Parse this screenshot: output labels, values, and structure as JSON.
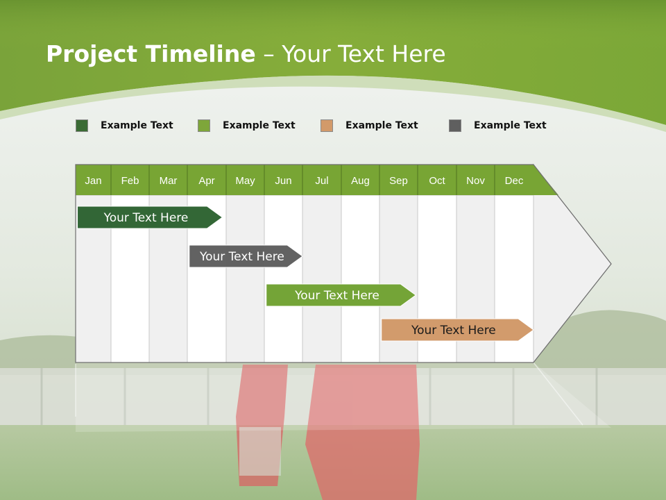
{
  "title": {
    "main": "Project Timeline",
    "sub": "– Your Text Here"
  },
  "legend": [
    {
      "label": "Example Text",
      "color": "#3a6b34"
    },
    {
      "label": "Example Text",
      "color": "#7ea63a"
    },
    {
      "label": "Example Text",
      "color": "#d29a6a"
    },
    {
      "label": "Example Text",
      "color": "#5f5f5f"
    }
  ],
  "months": [
    "Jan",
    "Feb",
    "Mar",
    "Apr",
    "May",
    "Jun",
    "Jul",
    "Aug",
    "Sep",
    "Oct",
    "Nov",
    "Dec"
  ],
  "tasks": [
    {
      "label": "Your  Text Here",
      "start_month": 1.05,
      "end_month": 4.9,
      "color": "#2f6433"
    },
    {
      "label": "Your  Text Here",
      "start_month": 4.05,
      "end_month": 7.0,
      "color": "#5f5f5f"
    },
    {
      "label": "Your  Text Here",
      "start_month": 6.05,
      "end_month": 9.95,
      "color": "#72a334"
    },
    {
      "label": "Your  Text Here",
      "start_month": 9.05,
      "end_month": 13.0,
      "color": "#d29a6a"
    }
  ],
  "colors": {
    "header_green": "#78a534",
    "band_green": "#6e9a2e",
    "col_light": "#f0f0f0",
    "col_white": "#ffffff"
  }
}
